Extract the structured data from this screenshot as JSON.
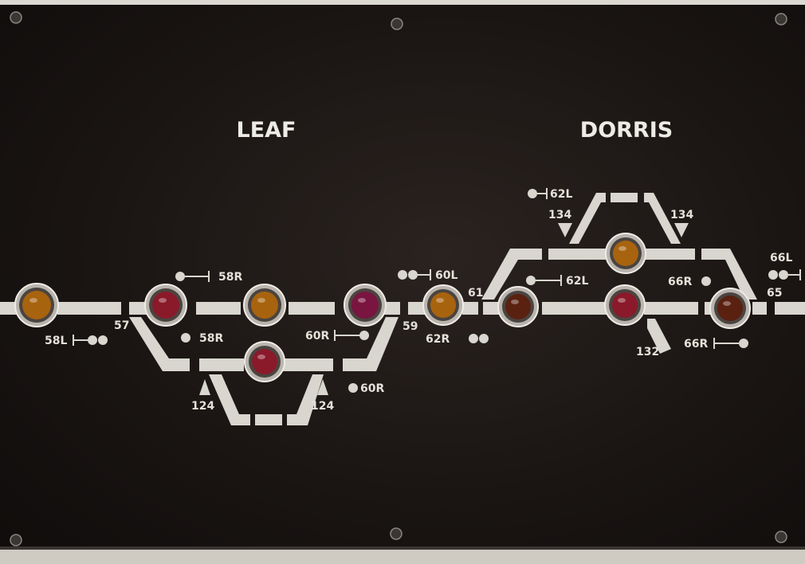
{
  "stations": {
    "left": "LEAF",
    "right": "DORRIS"
  },
  "colors": {
    "track": "#d8d6cf",
    "lamp_red": "#8a1a2a",
    "lamp_amber": "#a8630e",
    "lamp_purple": "#7a1440",
    "lamp_dark": "#5a2010"
  },
  "lamps": [
    {
      "id": "lamp-1",
      "color": "amber"
    },
    {
      "id": "lamp-2",
      "color": "red"
    },
    {
      "id": "lamp-3",
      "color": "amber"
    },
    {
      "id": "lamp-4",
      "color": "purple"
    },
    {
      "id": "lamp-5",
      "color": "amber"
    },
    {
      "id": "lamp-6",
      "color": "dark"
    },
    {
      "id": "lamp-7",
      "color": "red"
    },
    {
      "id": "lamp-8",
      "color": "dark"
    },
    {
      "id": "lamp-9",
      "color": "amber"
    },
    {
      "id": "lamp-10",
      "color": "red"
    }
  ],
  "labels": {
    "l58L": "58L",
    "l57": "57",
    "l58R_a": "58R",
    "l58R_b": "58R",
    "l60L": "60L",
    "l60R_a": "60R",
    "l60R_b": "60R",
    "l59": "59",
    "l124_a": "124",
    "l124_b": "124",
    "l61": "61",
    "l62R": "62R",
    "l62L_a": "62L",
    "l62L_b": "62L",
    "l134_a": "134",
    "l134_b": "134",
    "l66L": "66L",
    "l66R_a": "66R",
    "l66R_b": "66R",
    "l65": "65",
    "l132": "132"
  }
}
